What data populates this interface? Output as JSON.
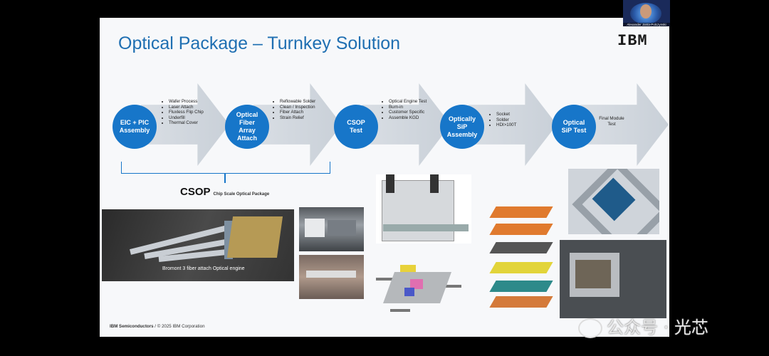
{
  "slide": {
    "title": "Optical Package  –  Turnkey Solution",
    "logo": "IBM",
    "steps": [
      {
        "label": "EIC + PIC\nAssembly",
        "items": [
          "Wafer Process",
          "Laser Attach",
          "Fluxless Flip Chip",
          "Underfill",
          "Thermal Cover"
        ]
      },
      {
        "label": "Optical\nFiber\nArray\nAttach",
        "items": [
          "Reflowable Solder",
          "Clean / Inspection",
          "Fiber Attach",
          "Strain Relief"
        ]
      },
      {
        "label": "CSOP\nTest",
        "items": [
          "Optical Engine Test",
          "Burn-in",
          "Customer Specific",
          "Assemble KGD"
        ]
      },
      {
        "label": "Optically\nSiP\nAssembly",
        "items": [
          "Socket",
          "Solder",
          "HDI>100T"
        ]
      },
      {
        "label": "Optical\nSiP  Test",
        "items": [
          "Final Module Test"
        ]
      }
    ],
    "csop_label": "CSOP",
    "csop_sub": "Chip Scale Optical Package",
    "photo_caption": "Bromont 3 fiber attach Optical engine",
    "footer_brand": "IBM Semiconductors",
    "footer_copy": " /  © 2025 IBM Corporation"
  },
  "video": {
    "name": "Alexander Janta-Polczynski"
  },
  "watermark": "公众号 · 光芯",
  "colors": {
    "accent": "#1776c9",
    "title": "#1f6fb2"
  }
}
